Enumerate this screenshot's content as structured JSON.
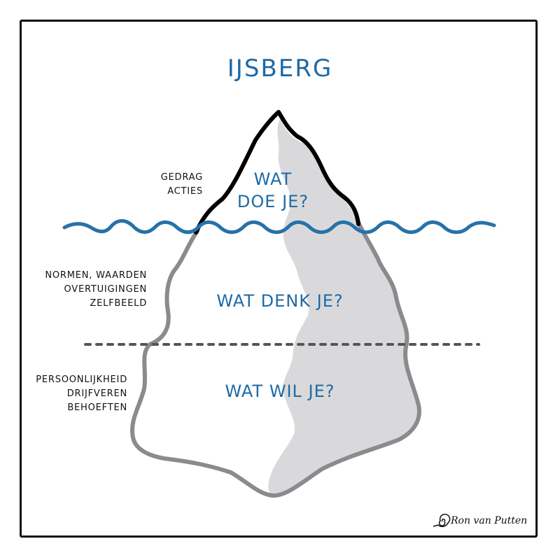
{
  "title": "IJSBERG",
  "zones": {
    "top": [
      "WAT",
      "DOE JE?"
    ],
    "middle": "WAT DENK JE?",
    "bottom": "WAT WIL JE?"
  },
  "labels": {
    "top": [
      "GEDRAG",
      "ACTIES"
    ],
    "middle": [
      "NORMEN, WAARDEN",
      "OVERTUIGINGEN",
      "ZELFBEELD"
    ],
    "bottom": [
      "PERSOONLIJKHEID",
      "DRIJFVEREN",
      "BEHOEFTEN"
    ]
  },
  "author": "Ron van Putten",
  "icons": [
    "spiral-icon"
  ],
  "colors": {
    "accent": "#1f6aa5",
    "water": "#2672a8",
    "iceberg_underwater_outline": "#8a8a8f",
    "iceberg_shadow": "#d9d9db",
    "iceberg_tip_outline": "#000000"
  }
}
